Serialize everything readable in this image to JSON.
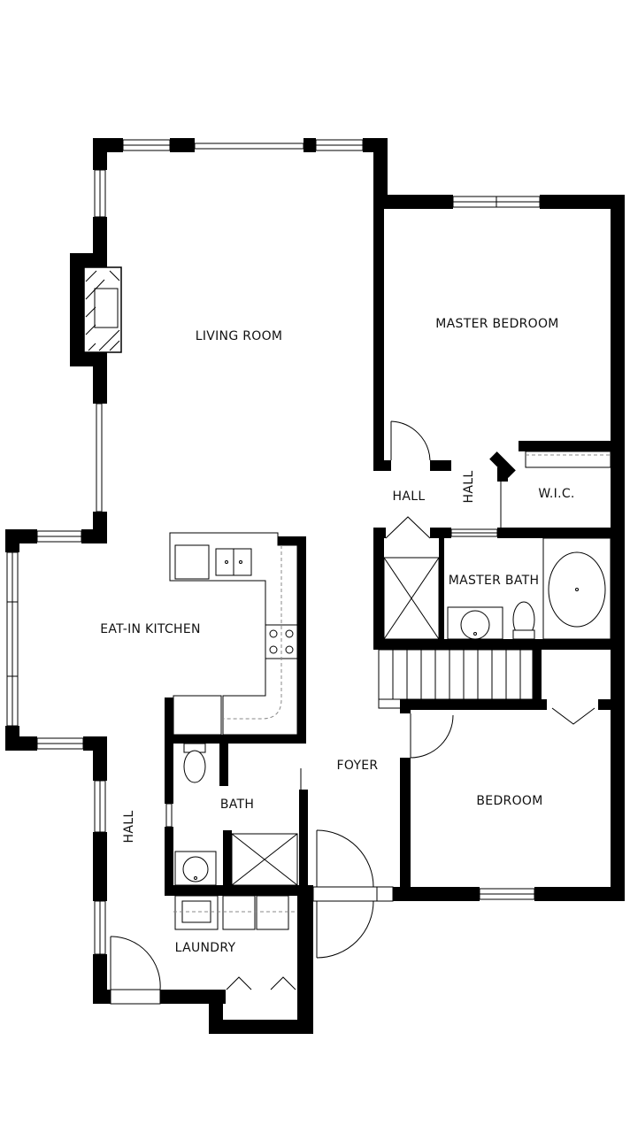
{
  "colors": {
    "wall": "#000000",
    "background": "#ffffff",
    "fixture_line": "#333333",
    "fixture_fill": "#ffffff",
    "dashed_line": "#888888"
  },
  "rooms": {
    "living_room": "LIVING ROOM",
    "master_bedroom": "MASTER BEDROOM",
    "hall_upper": "HALL",
    "hall_vertical": "HALL",
    "wic": "W.I.C.",
    "master_bath": "MASTER BATH",
    "eat_in_kitchen": "EAT-IN KITCHEN",
    "foyer": "FOYER",
    "bath": "BATH",
    "bedroom": "BEDROOM",
    "hall_left": "HALL",
    "laundry": "LAUNDRY"
  }
}
